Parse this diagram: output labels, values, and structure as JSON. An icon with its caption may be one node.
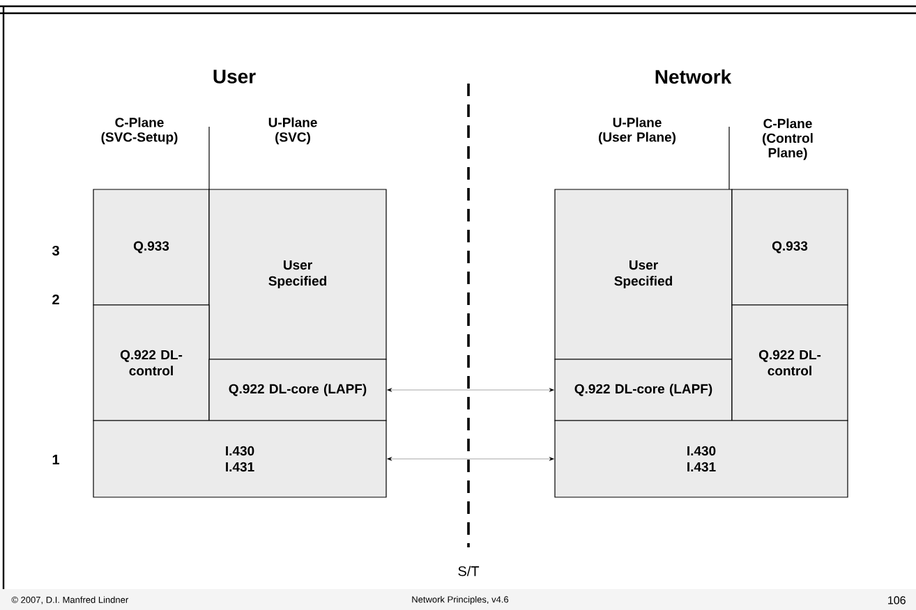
{
  "diagram": {
    "nodes": [
      {
        "text": [
          "Q.933"
        ]
      },
      {
        "text": [
          "User Specified"
        ]
      },
      {
        "text": [
          "Q.922 DL-control"
        ]
      },
      {
        "text": [
          "Q.922 DL-core (LAPF)"
        ]
      },
      {
        "text": [
          "I.430 I.431"
        ]
      },
      {
        "text": [
          "User Specified"
        ]
      },
      {
        "text": [
          "Q.933"
        ]
      },
      {
        "text": [
          "Q.922 DL-core (LAPF)"
        ]
      },
      {
        "text": [
          "Q.922 DL-control"
        ]
      },
      {
        "text": [
          "I.430 I.431"
        ]
      }
    ],
    "edges": [
      {
        "from": 3,
        "to": 7,
        "arrow": "both"
      },
      {
        "from": 4,
        "to": 9,
        "arrow": "both"
      }
    ],
    "labels": [
      "User",
      "Network",
      "C-Plane (SVC-Setup)",
      "U-Plane (SVC)",
      "U-Plane (User Plane)",
      "C-Plane (Control Plane)",
      "3",
      "2",
      "1",
      "S/T",
      "© 2007, D.I. Manfred Lindner",
      "Network Principles, v4.6",
      "106"
    ]
  }
}
